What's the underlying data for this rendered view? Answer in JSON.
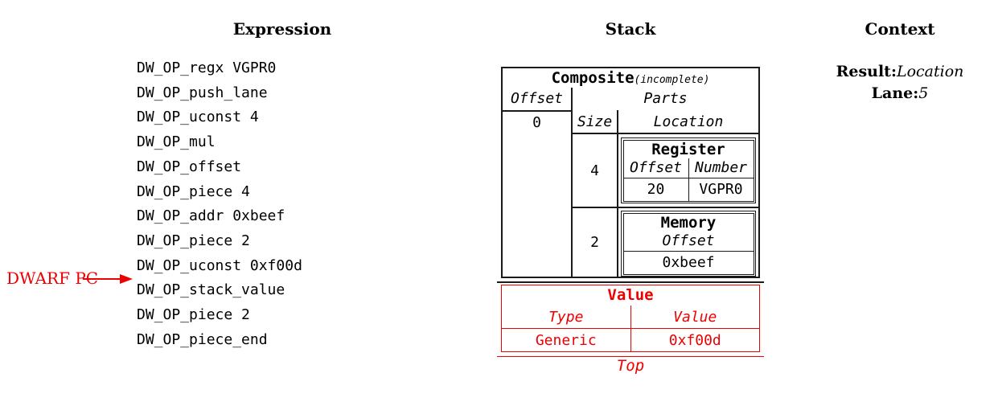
{
  "colors": {
    "accent_red": "#ee0000",
    "line_black": "#1a1a1a",
    "background": "#ffffff"
  },
  "expression": {
    "header": "Expression",
    "ops": [
      "DW_OP_regx VGPR0",
      "DW_OP_push_lane",
      "DW_OP_uconst 4",
      "DW_OP_mul",
      "DW_OP_offset",
      "DW_OP_piece 4",
      "DW_OP_addr 0xbeef",
      "DW_OP_piece 2",
      "DW_OP_uconst 0xf00d",
      "DW_OP_stack_value",
      "DW_OP_piece 2",
      "DW_OP_piece_end"
    ],
    "pc_label": "DWARF PC",
    "pc_target_op": "DW_OP_stack_value"
  },
  "stack": {
    "header": "Stack",
    "composite": {
      "type": "Composite",
      "qualifier": "(incomplete)",
      "offset_label": "Offset",
      "offset_value": "0",
      "parts_label": "Parts",
      "size_label": "Size",
      "location_label": "Location",
      "parts": [
        {
          "size": "4",
          "location": {
            "type": "Register",
            "fields": [
              "Offset",
              "Number"
            ],
            "values": [
              "20",
              "VGPR0"
            ]
          }
        },
        {
          "size": "2",
          "location": {
            "type": "Memory",
            "fields": [
              "Offset"
            ],
            "values": [
              "0xbeef"
            ]
          }
        }
      ]
    },
    "value_entry": {
      "type": "Value",
      "type_label": "Type",
      "value_label": "Value",
      "type_value": "Generic",
      "value_value": "0xf00d"
    },
    "top_label": "Top"
  },
  "context": {
    "header": "Context",
    "result_label": "Result:",
    "result_value": "Location",
    "lane_label": "Lane:",
    "lane_value": "5"
  }
}
